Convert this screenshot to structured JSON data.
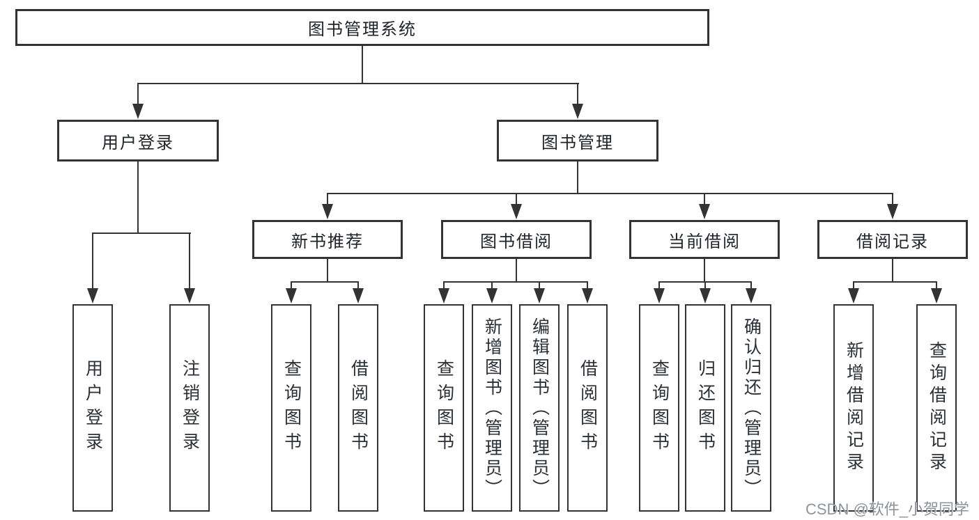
{
  "diagram": {
    "root": {
      "label": "图书管理系统"
    },
    "level2": [
      {
        "label": "用户登录"
      },
      {
        "label": "图书管理"
      }
    ],
    "level3": [
      {
        "label": "新书推荐",
        "parent": "图书管理"
      },
      {
        "label": "图书借阅",
        "parent": "图书管理"
      },
      {
        "label": "当前借阅",
        "parent": "图书管理"
      },
      {
        "label": "借阅记录",
        "parent": "图书管理"
      }
    ],
    "leaves": [
      {
        "label": "用户登录",
        "parent": "用户登录"
      },
      {
        "label": "注销登录",
        "parent": "用户登录"
      },
      {
        "label": "查询图书",
        "parent": "新书推荐"
      },
      {
        "label": "借阅图书",
        "parent": "新书推荐"
      },
      {
        "label": "查询图书",
        "parent": "图书借阅"
      },
      {
        "label": "新增图书（管理员）",
        "parent": "图书借阅"
      },
      {
        "label": "编辑图书（管理员）",
        "parent": "图书借阅"
      },
      {
        "label": "借阅图书",
        "parent": "图书借阅"
      },
      {
        "label": "查询图书",
        "parent": "当前借阅"
      },
      {
        "label": "归还图书",
        "parent": "当前借阅"
      },
      {
        "label": "确认归还（管理员）",
        "parent": "当前借阅"
      },
      {
        "label": "新增借阅记录",
        "parent": "借阅记录"
      },
      {
        "label": "查询借阅记录",
        "parent": "借阅记录"
      }
    ],
    "watermark": "CSDN @软件_小贺同学",
    "colors": {
      "line": "#333333",
      "border": "#333333",
      "fill": "#ffffff",
      "text": "#26292e",
      "watermark": "#8d929b"
    }
  }
}
